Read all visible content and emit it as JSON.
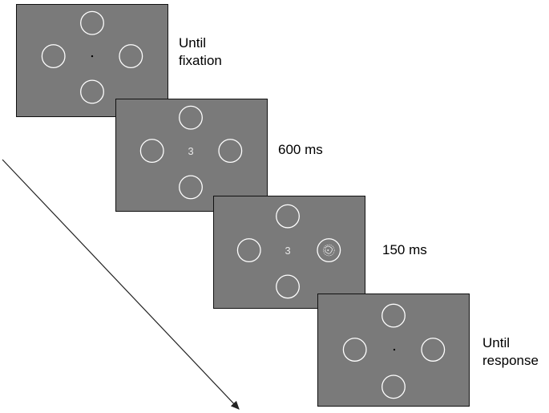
{
  "frames": [
    {
      "label_line1": "Until",
      "label_line2": "fixation",
      "center": "dot",
      "target": "none"
    },
    {
      "label_line1": "600 ms",
      "label_line2": "",
      "center": "3",
      "target": "none"
    },
    {
      "label_line1": "150 ms",
      "label_line2": "",
      "center": "3",
      "target": "right"
    },
    {
      "label_line1": "Until",
      "label_line2": "response",
      "center": "dot",
      "target": "none"
    }
  ],
  "colors": {
    "background": "#7a7a7a",
    "placeholder_stroke": "#ffffff",
    "border": "#111111",
    "arrow": "#222222"
  },
  "icons": {
    "placeholder": "placeholder-circle-icon",
    "fixation": "fixation-dot-icon",
    "target": "target-blob-icon",
    "time_axis": "time-arrow-icon"
  }
}
